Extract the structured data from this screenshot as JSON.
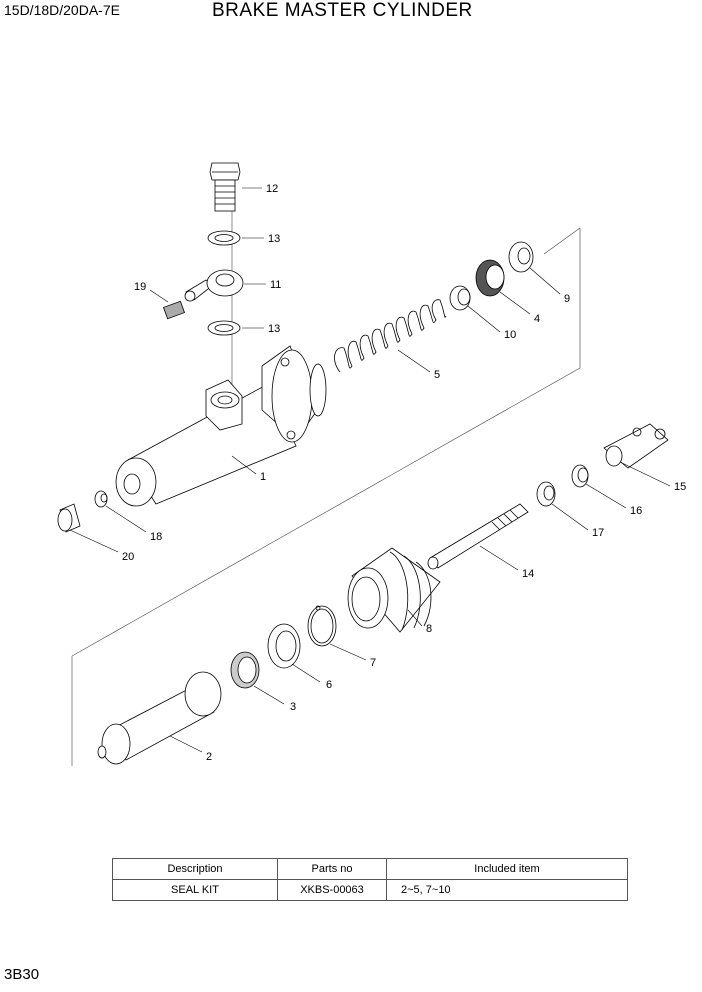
{
  "header": {
    "model": "15D/18D/20DA-7E",
    "title": "BRAKE MASTER CYLINDER"
  },
  "callouts": {
    "c1": "1",
    "c2": "2",
    "c3": "3",
    "c4": "4",
    "c5": "5",
    "c6": "6",
    "c7": "7",
    "c8": "8",
    "c9": "9",
    "c10": "10",
    "c11": "11",
    "c12": "12",
    "c13a": "13",
    "c13b": "13",
    "c14": "14",
    "c15": "15",
    "c16": "16",
    "c17": "17",
    "c18": "18",
    "c19": "19",
    "c20": "20"
  },
  "kit_table": {
    "headers": [
      "Description",
      "Parts no",
      "Included item"
    ],
    "rows": [
      [
        "SEAL KIT",
        "XKBS-00063",
        "2~5, 7~10"
      ]
    ]
  },
  "footer": {
    "page_code": "3B30"
  }
}
